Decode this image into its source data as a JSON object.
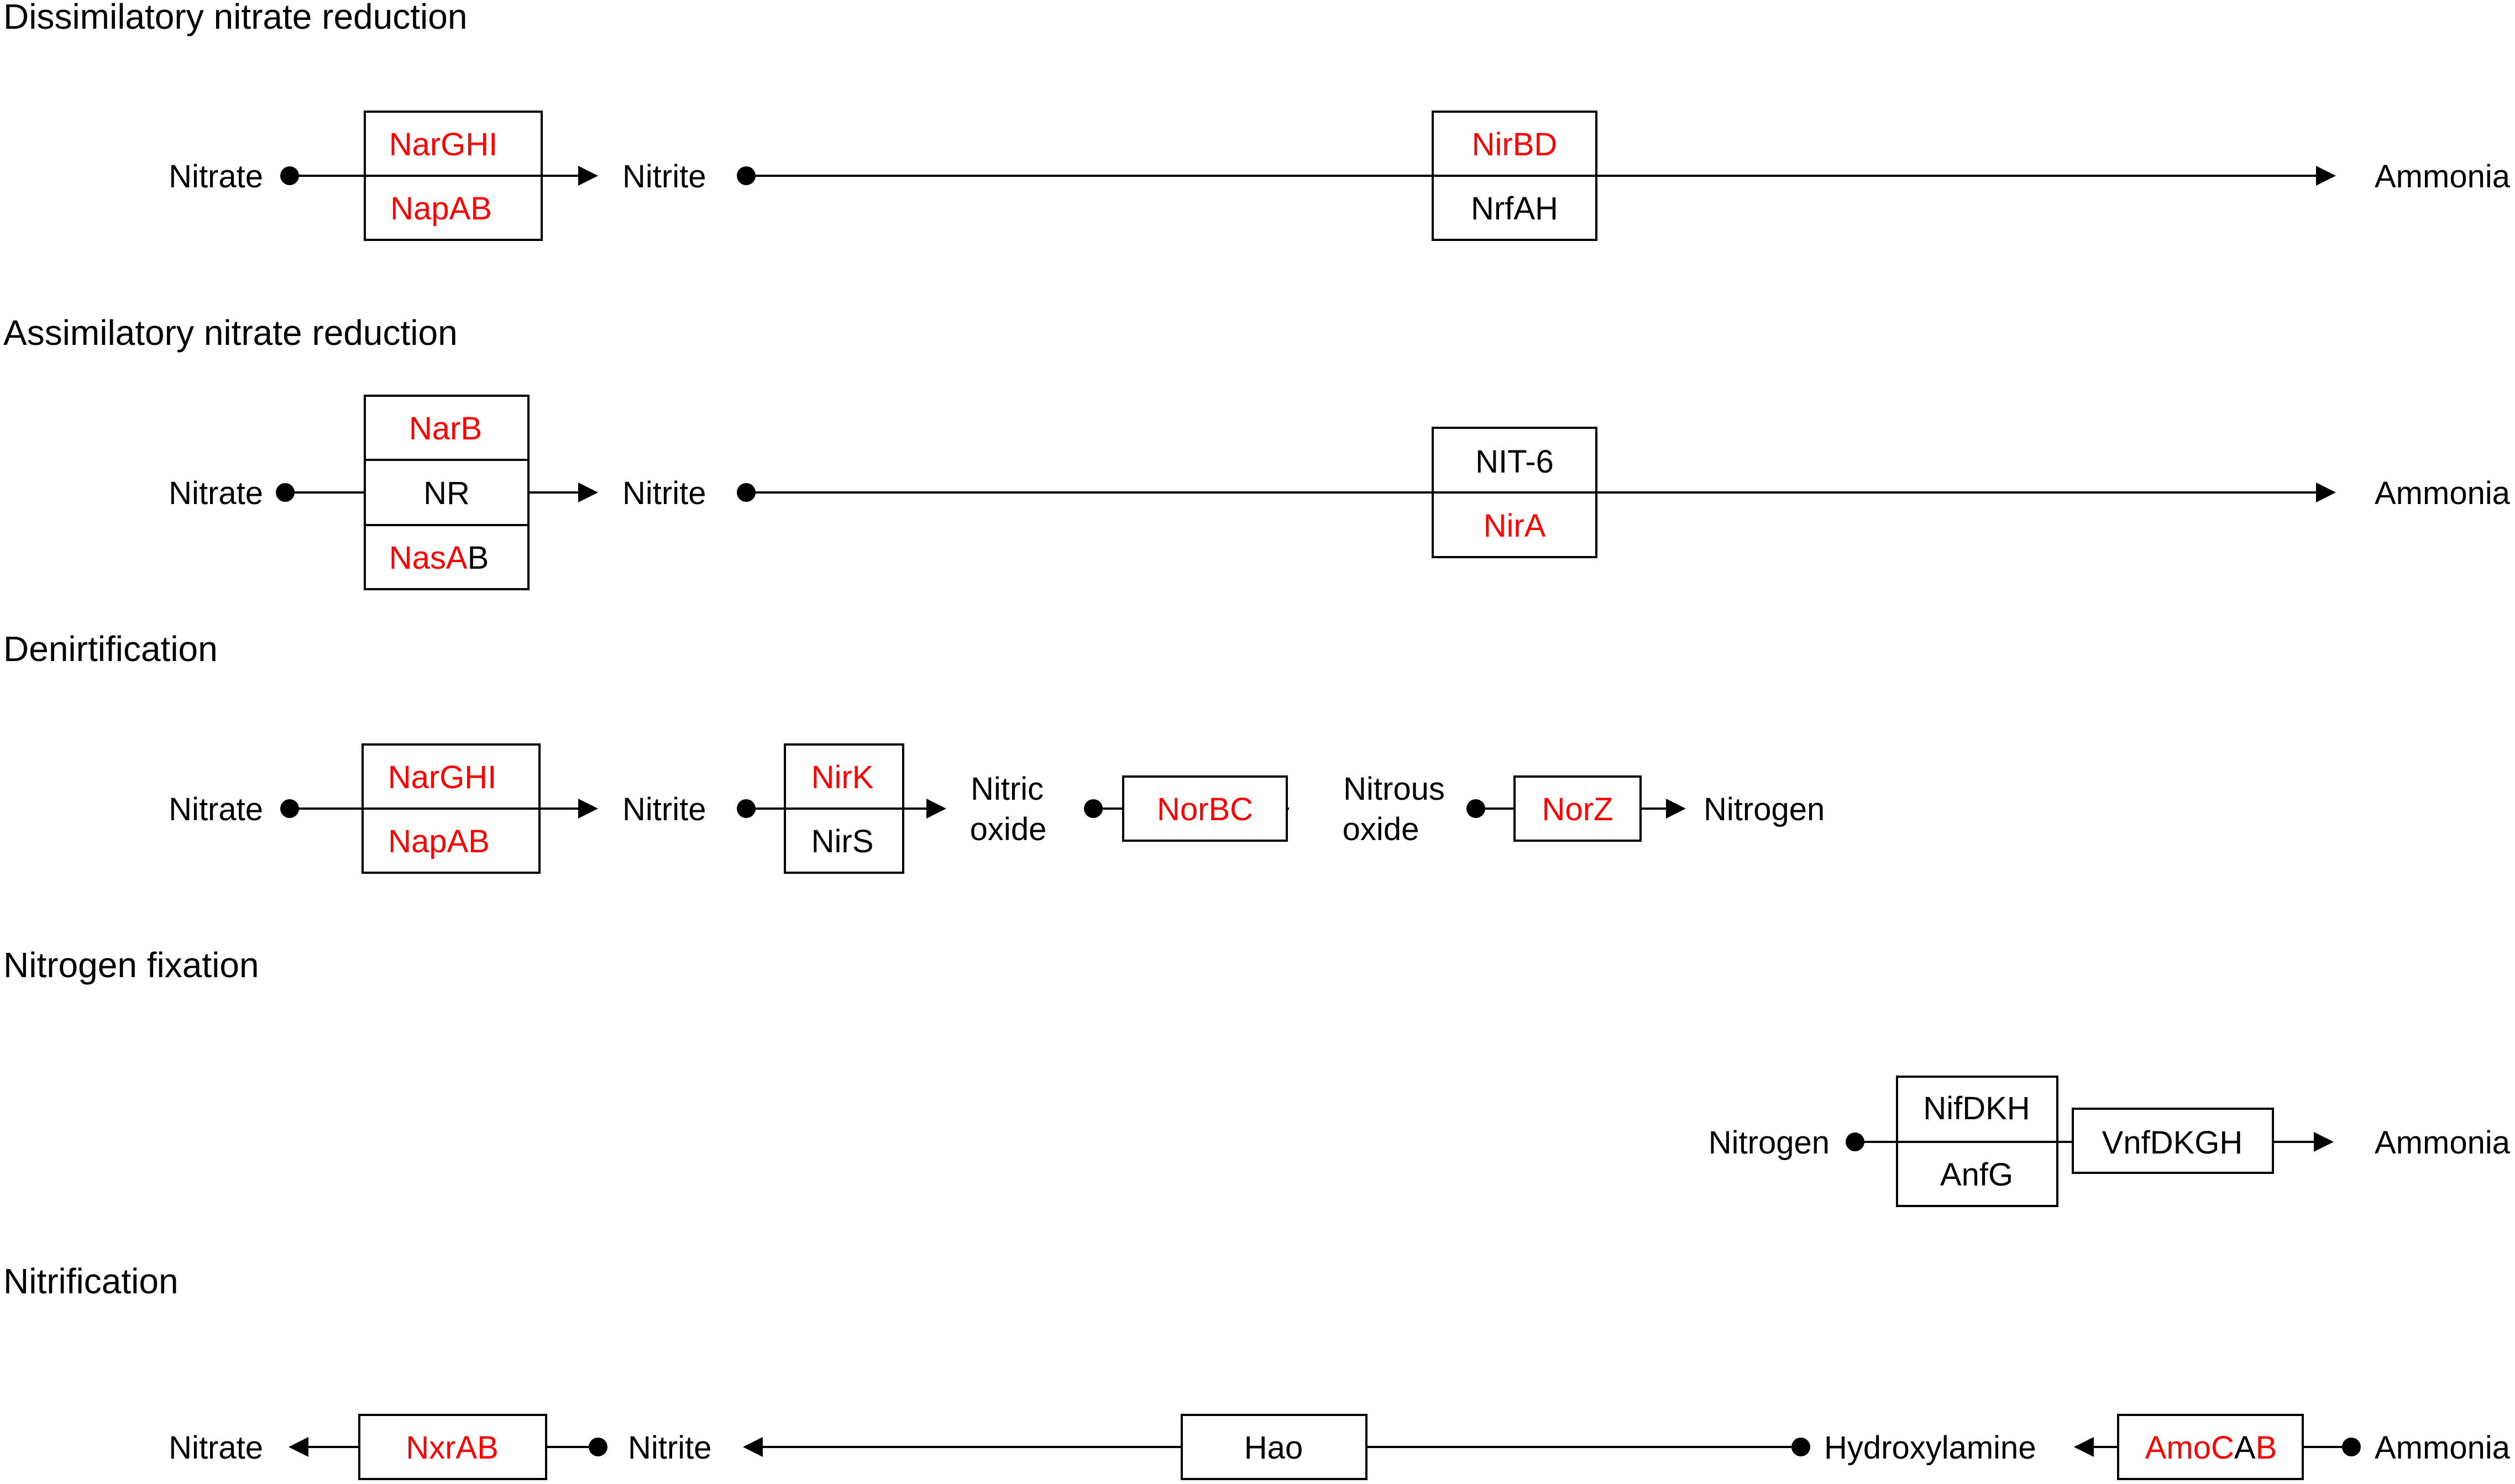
{
  "colors": {
    "highlight": "#ff0000",
    "default": "#000000"
  },
  "sections": [
    {
      "title": "Dissimilatory nitrate reduction",
      "nodes": [
        "Nitrate",
        "Nitrite",
        "Ammonia"
      ],
      "enzymes": [
        [
          {
            "t": "NarGHI",
            "h": true
          }
        ],
        [
          {
            "t": "NapAB",
            "h": true
          }
        ],
        [
          {
            "t": "NirBD",
            "h": true
          }
        ],
        [
          {
            "t": "NrfAH",
            "h": false
          }
        ]
      ]
    },
    {
      "title": "Assimilatory nitrate reduction",
      "nodes": [
        "Nitrate",
        "Nitrite",
        "Ammonia"
      ],
      "enzymes": [
        [
          {
            "t": "NarB",
            "h": true
          }
        ],
        [
          {
            "t": "NR",
            "h": false
          }
        ],
        [
          {
            "t": "NasA",
            "h": true
          },
          {
            "t": "B",
            "h": false
          }
        ],
        [
          {
            "t": "NIT-6",
            "h": false
          }
        ],
        [
          {
            "t": "NirA",
            "h": true
          }
        ]
      ]
    },
    {
      "title": "Denirtification",
      "nodes": [
        "Nitrate",
        "Nitrite",
        "Nitric",
        "oxide",
        "Nitrous",
        "oxide",
        "Nitrogen"
      ],
      "enzymes": [
        [
          {
            "t": "NarGHI",
            "h": true
          }
        ],
        [
          {
            "t": "NapAB",
            "h": true
          }
        ],
        [
          {
            "t": "NirK",
            "h": true
          }
        ],
        [
          {
            "t": "NirS",
            "h": false
          }
        ],
        [
          {
            "t": "NorBC",
            "h": true
          }
        ],
        [
          {
            "t": "NorZ",
            "h": true
          }
        ]
      ]
    },
    {
      "title": "Nitrogen fixation",
      "nodes": [
        "Nitrogen",
        "Ammonia"
      ],
      "enzymes": [
        [
          {
            "t": "NifDKH",
            "h": false
          }
        ],
        [
          {
            "t": "AnfG",
            "h": false
          }
        ],
        [
          {
            "t": "VnfDKGH",
            "h": false
          }
        ]
      ]
    },
    {
      "title": "Nitrification",
      "nodes": [
        "Nitrate",
        "Nitrite",
        "Hydroxylamine",
        "Ammonia"
      ],
      "enzymes": [
        [
          {
            "t": "NxrAB",
            "h": true
          }
        ],
        [
          {
            "t": "Hao",
            "h": false
          }
        ],
        [
          {
            "t": "AmoC",
            "h": true
          },
          {
            "t": "A",
            "h": false
          },
          {
            "t": "B",
            "h": true
          }
        ]
      ]
    }
  ]
}
